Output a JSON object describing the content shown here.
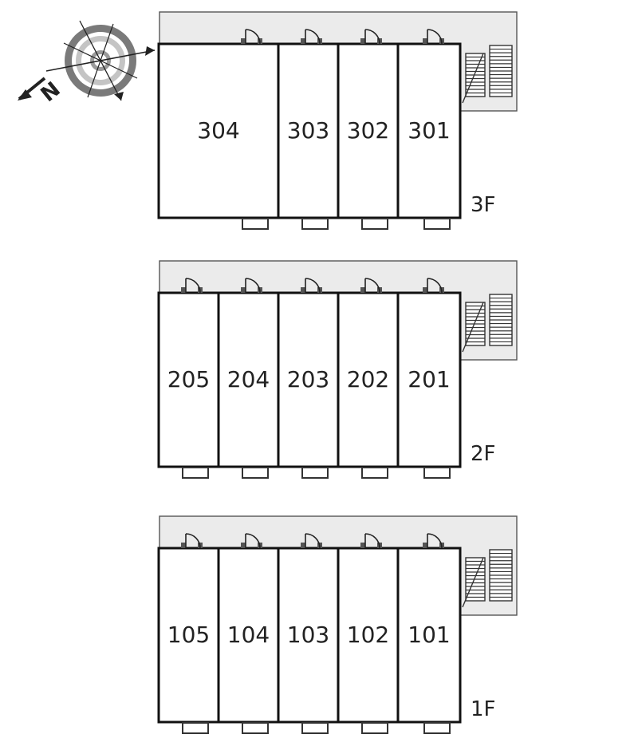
{
  "compass": {
    "north_label": "N",
    "icon": "compass-rose-icon"
  },
  "floors": [
    {
      "label": "3F",
      "rooms": [
        "304",
        "303",
        "302",
        "301"
      ],
      "spans": [
        2,
        1,
        1,
        1
      ]
    },
    {
      "label": "2F",
      "rooms": [
        "205",
        "204",
        "203",
        "202",
        "201"
      ],
      "spans": [
        1,
        1,
        1,
        1,
        1
      ]
    },
    {
      "label": "1F",
      "rooms": [
        "105",
        "104",
        "103",
        "102",
        "101"
      ],
      "spans": [
        1,
        1,
        1,
        1,
        1
      ]
    }
  ]
}
